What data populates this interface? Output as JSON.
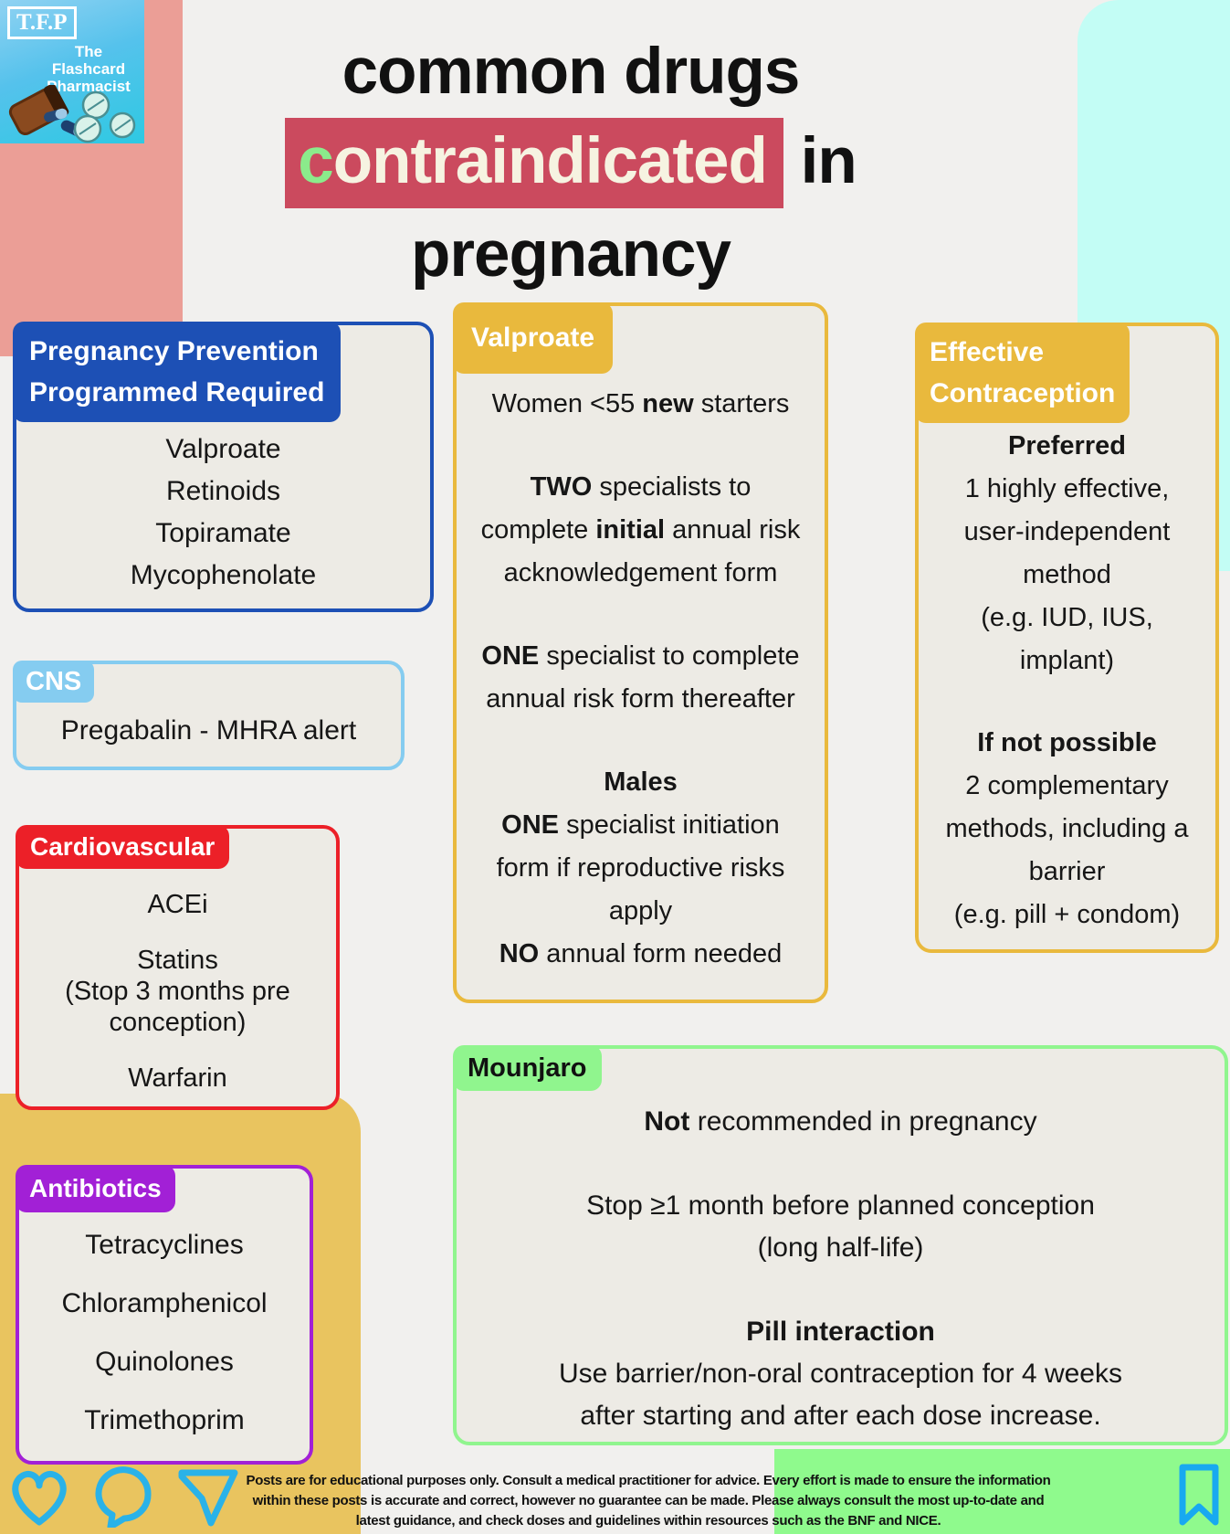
{
  "logo": {
    "initials": "T.F.P",
    "name_line1": "The",
    "name_line2": "Flashcard",
    "name_line3": "Pharmacist"
  },
  "title": {
    "line1": "common drugs",
    "highlight_first_letter": "c",
    "highlight_rest": "ontraindicated",
    "after_highlight": " in",
    "line3": "pregnancy"
  },
  "palette": {
    "background": "#f1f0ee",
    "card_background": "#edebe5",
    "pink_shape": "#eb9e96",
    "cyan_shape": "#c3fdf5",
    "yellow_shape": "#e9c45f",
    "green_shape": "#8ffa8d",
    "title_highlight_bg": "#cb4a5e",
    "title_highlight_text": "#f6f3e1",
    "title_green_letter": "#8beb8b",
    "blue_accent": "#1d50b5",
    "light_blue_accent": "#85ccf0",
    "red_accent": "#ec2028",
    "purple_accent": "#a220d6",
    "gold_accent": "#e9b93d",
    "green_accent": "#90f58e",
    "social_icon_blue": "#2ab2e8"
  },
  "boxes": {
    "pregnancy_prevention": {
      "tag_line1": "Pregnancy Prevention",
      "tag_line2": "Programmed Required",
      "items": [
        "Valproate",
        "Retinoids",
        "Topiramate",
        "Mycophenolate"
      ]
    },
    "cns": {
      "tag": "CNS",
      "content": "Pregabalin - MHRA alert"
    },
    "cardiovascular": {
      "tag": "Cardiovascular",
      "blocks": [
        [
          [
            {
              "t": "ACEi"
            }
          ]
        ],
        [
          [
            {
              "t": "Statins"
            }
          ],
          [
            {
              "t": "(Stop 3 months pre"
            }
          ],
          [
            {
              "t": "conception)"
            }
          ]
        ],
        [
          [
            {
              "t": "Warfarin"
            }
          ]
        ]
      ]
    },
    "antibiotics": {
      "tag": "Antibiotics",
      "items": [
        "Tetracyclines",
        "Chloramphenicol",
        "Quinolones",
        "Trimethoprim"
      ]
    },
    "valproate": {
      "tag": "Valproate",
      "blocks": [
        [
          [
            {
              "t": "Women <55 "
            },
            {
              "t": "new",
              "b": true
            },
            {
              "t": " starters"
            }
          ]
        ],
        [
          [
            {
              "t": "TWO",
              "b": true
            },
            {
              "t": " specialists to"
            }
          ],
          [
            {
              "t": "complete "
            },
            {
              "t": "initial",
              "b": true
            },
            {
              "t": " annual risk"
            }
          ],
          [
            {
              "t": "acknowledgement form"
            }
          ]
        ],
        [
          [
            {
              "t": "ONE",
              "b": true
            },
            {
              "t": " specialist to complete"
            }
          ],
          [
            {
              "t": "annual risk form thereafter"
            }
          ]
        ],
        [
          [
            {
              "t": "Males",
              "b": true
            }
          ],
          [
            {
              "t": "ONE",
              "b": true
            },
            {
              "t": " specialist initiation"
            }
          ],
          [
            {
              "t": "form if reproductive risks"
            }
          ],
          [
            {
              "t": "apply"
            }
          ],
          [
            {
              "t": "NO",
              "b": true
            },
            {
              "t": " annual form needed"
            }
          ]
        ]
      ]
    },
    "effective_contraception": {
      "tag_line1": "Effective",
      "tag_line2": "Contraception",
      "blocks": [
        [
          [
            {
              "t": "Preferred",
              "b": true
            }
          ],
          [
            {
              "t": "1 highly effective,"
            }
          ],
          [
            {
              "t": "user-independent"
            }
          ],
          [
            {
              "t": "method"
            }
          ],
          [
            {
              "t": "(e.g. IUD, IUS,"
            }
          ],
          [
            {
              "t": "implant)"
            }
          ]
        ],
        [
          [
            {
              "t": "If not possible",
              "b": true
            }
          ],
          [
            {
              "t": "2 complementary"
            }
          ],
          [
            {
              "t": "methods, including a"
            }
          ],
          [
            {
              "t": "barrier"
            }
          ],
          [
            {
              "t": "(e.g. pill + condom)"
            }
          ]
        ]
      ]
    },
    "mounjaro": {
      "tag": "Mounjaro",
      "blocks": [
        [
          [
            {
              "t": "Not",
              "b": true
            },
            {
              "t": " recommended in pregnancy"
            }
          ]
        ],
        [
          [
            {
              "t": "Stop ≥1 month before planned conception"
            }
          ],
          [
            {
              "t": "(long half-life)"
            }
          ]
        ],
        [
          [
            {
              "t": "Pill interaction",
              "b": true
            }
          ],
          [
            {
              "t": "Use barrier/non-oral contraception for 4 weeks"
            }
          ],
          [
            {
              "t": "after starting and after each dose increase."
            }
          ]
        ]
      ]
    }
  },
  "footer": {
    "disclaimer_lines": [
      "Posts are for educational purposes only.  Consult a medical practitioner for advice. Every effort is made to ensure the information",
      "within these posts is accurate and correct, however no guarantee can be made. Please always consult the most up-to-date and",
      "latest guidance, and check doses and guidelines within resources such as the BNF and NICE."
    ]
  }
}
